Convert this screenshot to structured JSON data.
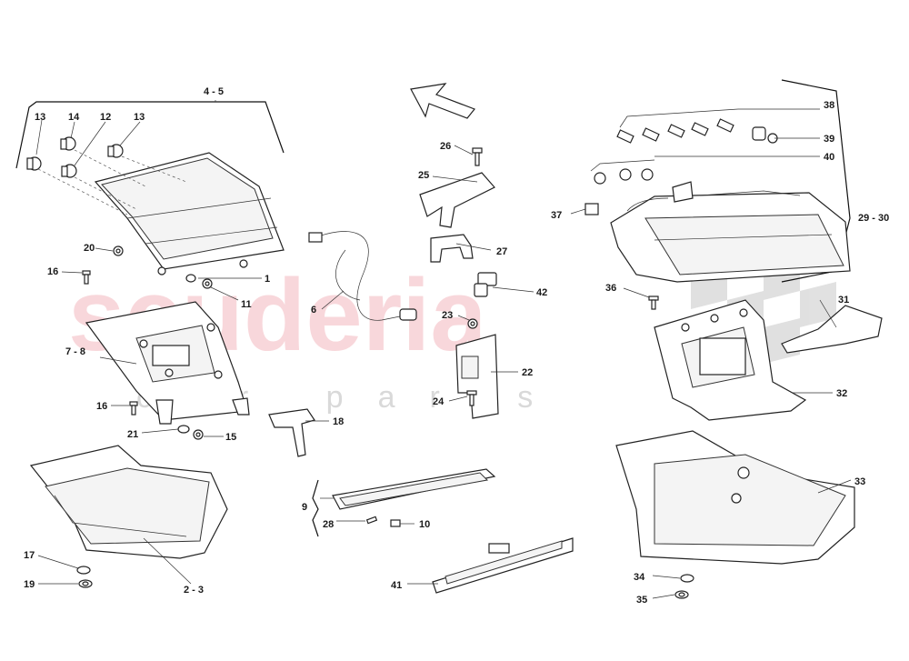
{
  "watermark": {
    "brand": "scuderia",
    "subline": "car parts"
  },
  "callouts": [
    {
      "id": "4-5",
      "label": "4 - 5"
    },
    {
      "id": "13a",
      "label": "13"
    },
    {
      "id": "14",
      "label": "14"
    },
    {
      "id": "12",
      "label": "12"
    },
    {
      "id": "13b",
      "label": "13"
    },
    {
      "id": "20",
      "label": "20"
    },
    {
      "id": "16a",
      "label": "16"
    },
    {
      "id": "1",
      "label": "1"
    },
    {
      "id": "11",
      "label": "11"
    },
    {
      "id": "6",
      "label": "6"
    },
    {
      "id": "7-8",
      "label": "7 - 8"
    },
    {
      "id": "16b",
      "label": "16"
    },
    {
      "id": "21",
      "label": "21"
    },
    {
      "id": "15",
      "label": "15"
    },
    {
      "id": "18",
      "label": "18"
    },
    {
      "id": "17",
      "label": "17"
    },
    {
      "id": "19",
      "label": "19"
    },
    {
      "id": "2-3",
      "label": "2 - 3"
    },
    {
      "id": "26",
      "label": "26"
    },
    {
      "id": "25",
      "label": "25"
    },
    {
      "id": "27",
      "label": "27"
    },
    {
      "id": "42",
      "label": "42"
    },
    {
      "id": "23",
      "label": "23"
    },
    {
      "id": "22",
      "label": "22"
    },
    {
      "id": "24",
      "label": "24"
    },
    {
      "id": "9",
      "label": "9"
    },
    {
      "id": "28",
      "label": "28"
    },
    {
      "id": "10",
      "label": "10"
    },
    {
      "id": "41",
      "label": "41"
    },
    {
      "id": "38",
      "label": "38"
    },
    {
      "id": "39",
      "label": "39"
    },
    {
      "id": "40",
      "label": "40"
    },
    {
      "id": "37",
      "label": "37"
    },
    {
      "id": "29-30",
      "label": "29 - 30"
    },
    {
      "id": "36",
      "label": "36"
    },
    {
      "id": "31",
      "label": "31"
    },
    {
      "id": "32",
      "label": "32"
    },
    {
      "id": "33",
      "label": "33"
    },
    {
      "id": "34",
      "label": "34"
    },
    {
      "id": "35",
      "label": "35"
    }
  ]
}
